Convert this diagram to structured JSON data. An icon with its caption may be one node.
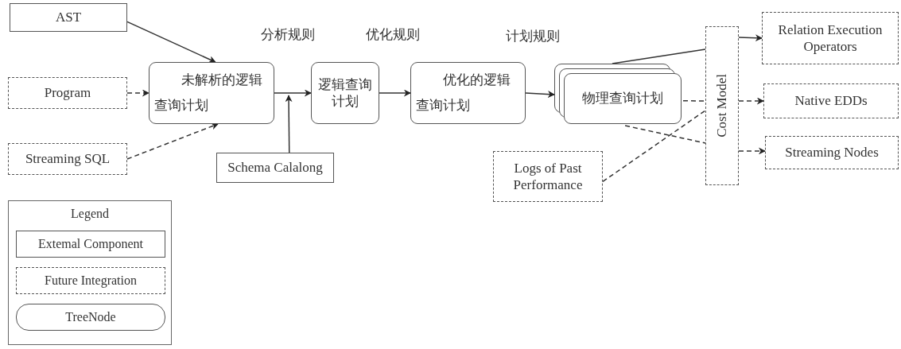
{
  "diagram": {
    "nodes": [
      {
        "text": [
          "AST"
        ]
      },
      {
        "text": [
          "Program"
        ]
      },
      {
        "text": [
          "Streaming SQL"
        ]
      },
      {
        "text": [
          "未解析的逻辑查询计划"
        ]
      },
      {
        "text": [
          "逻辑查询计划"
        ]
      },
      {
        "text": [
          "优化的逻辑查询计划"
        ]
      },
      {
        "text": [
          "物理查询计划"
        ]
      },
      {
        "text": [
          "Schema Calalong"
        ]
      },
      {
        "text": [
          "Logs of Past Performance"
        ]
      },
      {
        "text": [
          "Cost Model"
        ]
      },
      {
        "text": [
          "Relation Execution Operators"
        ]
      },
      {
        "text": [
          "Native EDDs"
        ]
      },
      {
        "text": [
          "Streaming Nodes"
        ]
      }
    ],
    "edges": [
      {
        "from": 0,
        "to": 3,
        "arrow": "to"
      },
      {
        "from": 1,
        "to": 3,
        "arrow": "to",
        "style": "dashed"
      },
      {
        "from": 2,
        "to": 3,
        "arrow": "to",
        "style": "dashed"
      },
      {
        "from": 3,
        "to": 4,
        "arrow": "to"
      },
      {
        "from": 7,
        "to": 3,
        "arrow": "to"
      },
      {
        "from": 4,
        "to": 5,
        "arrow": "to"
      },
      {
        "from": 5,
        "to": 6,
        "arrow": "to"
      },
      {
        "from": 6,
        "to": 9,
        "arrow": "none"
      },
      {
        "from": 9,
        "to": 10,
        "arrow": "to"
      },
      {
        "from": 6,
        "to": 9,
        "arrow": "none",
        "style": "dashed"
      },
      {
        "from": 9,
        "to": 11,
        "arrow": "to",
        "style": "dashed"
      },
      {
        "from": 6,
        "to": 9,
        "arrow": "none",
        "style": "dashed"
      },
      {
        "from": 9,
        "to": 12,
        "arrow": "to",
        "style": "dashed"
      },
      {
        "from": 8,
        "to": 9,
        "arrow": "none",
        "style": "dashed"
      }
    ],
    "labels": [
      "分析规则",
      "优化规则",
      "计划规则",
      "Legend"
    ],
    "legend": [
      {
        "text": "Extemal Component"
      },
      {
        "text": "Future Integration"
      },
      {
        "text": "TreeNode"
      }
    ]
  }
}
